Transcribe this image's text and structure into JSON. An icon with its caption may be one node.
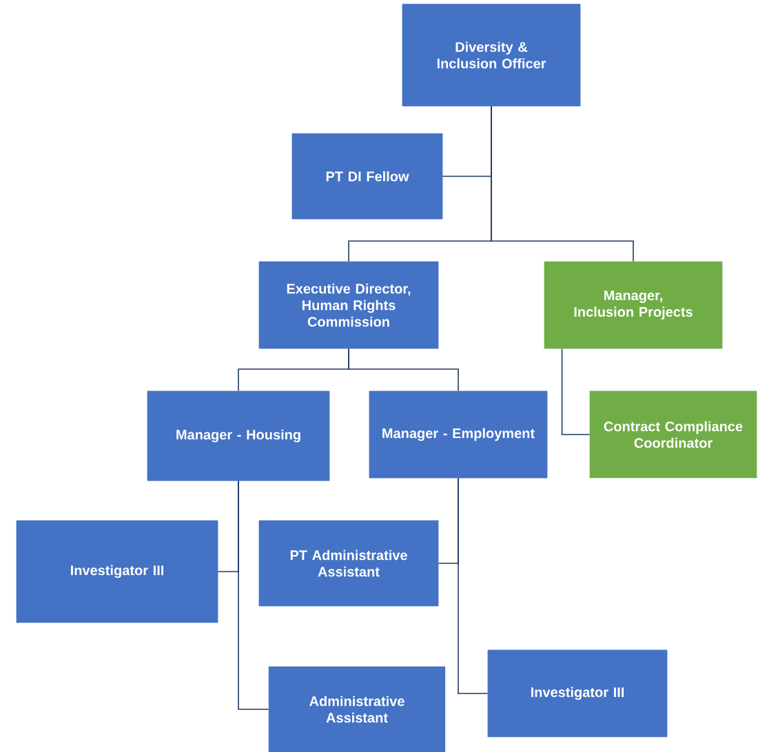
{
  "diagram": {
    "nodes": [
      {
        "text": [
          "Diversity & Inclusion Officer"
        ]
      },
      {
        "text": [
          "PT DI Fellow"
        ]
      },
      {
        "text": [
          "Executive Director, Human Rights Commission"
        ]
      },
      {
        "text": [
          "Manager, Inclusion Projects"
        ]
      },
      {
        "text": [
          "Manager - Housing"
        ]
      },
      {
        "text": [
          "Manager - Employment"
        ]
      },
      {
        "text": [
          "Contract Compliance Coordinator"
        ]
      },
      {
        "text": [
          "Investigator III"
        ]
      },
      {
        "text": [
          "PT Administrative Assistant"
        ]
      },
      {
        "text": [
          "Administrative Assistant"
        ]
      },
      {
        "text": [
          "Investigator III"
        ]
      }
    ],
    "edges": [
      {
        "from": 0,
        "to": 1,
        "arrow": "none"
      },
      {
        "from": 0,
        "to": 2,
        "arrow": "none"
      },
      {
        "from": 0,
        "to": 3,
        "arrow": "none"
      },
      {
        "from": 2,
        "to": 4,
        "arrow": "none"
      },
      {
        "from": 2,
        "to": 5,
        "arrow": "none"
      },
      {
        "from": 3,
        "to": 6,
        "arrow": "none"
      },
      {
        "from": 4,
        "to": 7,
        "arrow": "none"
      },
      {
        "from": 4,
        "to": 9,
        "arrow": "none"
      },
      {
        "from": 5,
        "to": 8,
        "arrow": "none"
      },
      {
        "from": 5,
        "to": 10,
        "arrow": "none"
      }
    ]
  }
}
